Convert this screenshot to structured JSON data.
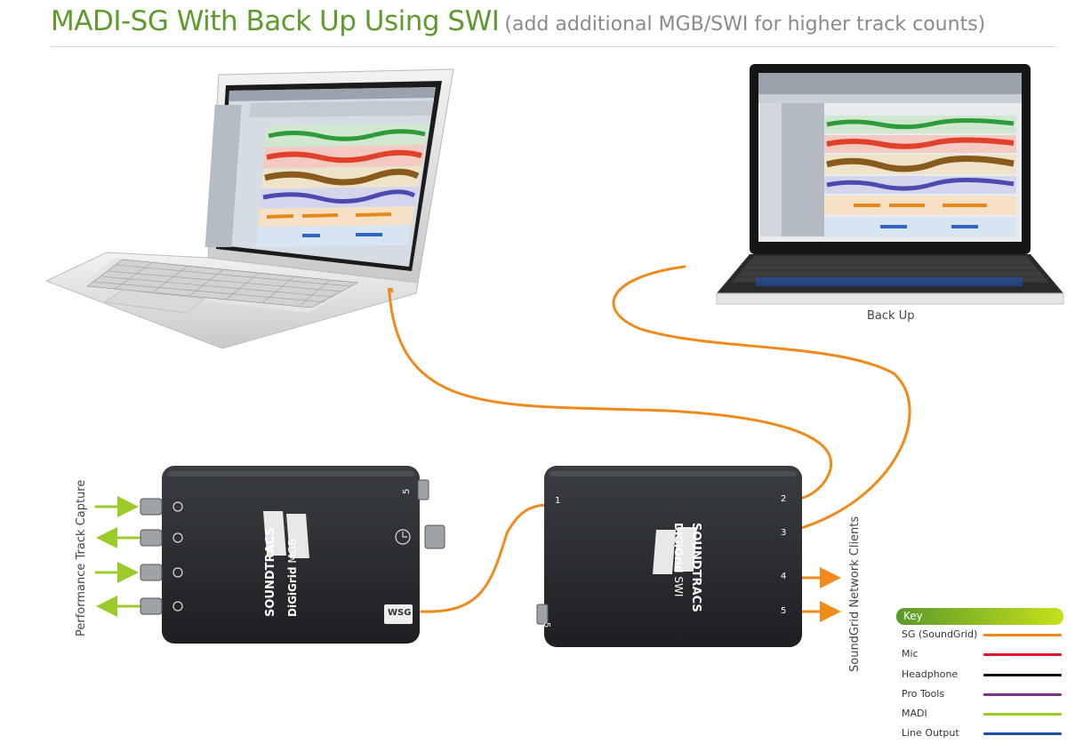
{
  "title": {
    "main": "MADI-SG With Back Up Using SWI",
    "sub": "(add additional MGB/SWI for higher track counts)"
  },
  "labels": {
    "backup": "Back Up",
    "performance_capture": "Performance Track Capture",
    "network_clients": "SoundGrid Network Clients"
  },
  "mgb": {
    "brand": "SOUNDTRACS",
    "model_bold": "DiGiGrid",
    "model": "MGB",
    "badge": "WSG",
    "port": "5"
  },
  "swi": {
    "brand": "SOUNDTRACS",
    "model_bold": "DiGiGrid",
    "model": "SWI",
    "ports": [
      "1",
      "2",
      "3",
      "4",
      "5"
    ],
    "power_port": "5"
  },
  "key": {
    "title": "Key",
    "items": [
      {
        "label": "SG (SoundGrid)",
        "color": "#f08a1c"
      },
      {
        "label": "Mic",
        "color": "#e3132a"
      },
      {
        "label": "Headphone",
        "color": "#111111"
      },
      {
        "label": "Pro Tools",
        "color": "#7d2f8e"
      },
      {
        "label": "MADI",
        "color": "#9bcb2a"
      },
      {
        "label": "Line Output",
        "color": "#1f4e9e"
      }
    ]
  }
}
